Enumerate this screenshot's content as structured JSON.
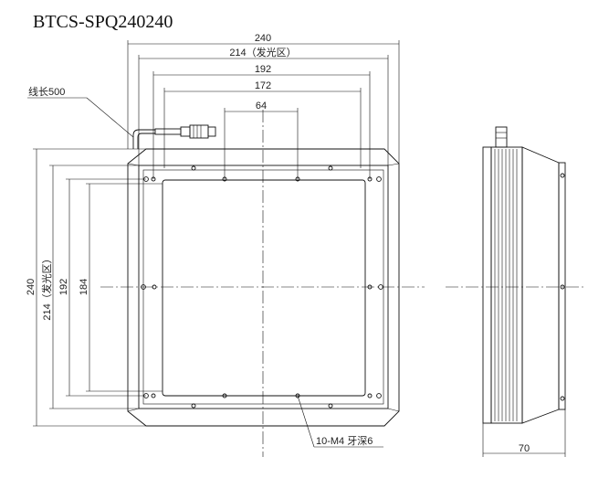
{
  "title": "BTCS-SPQ240240",
  "front_view": {
    "width_outer": "240",
    "width_emitting": "214（发光区）",
    "width_192": "192",
    "width_172": "172",
    "width_64": "64",
    "height_outer": "240",
    "height_emitting": "214（发光区）",
    "height_192": "192",
    "height_184": "184",
    "cable_label": "线长500",
    "hole_label": "10-M4 牙深6"
  },
  "side_view": {
    "depth": "70"
  }
}
